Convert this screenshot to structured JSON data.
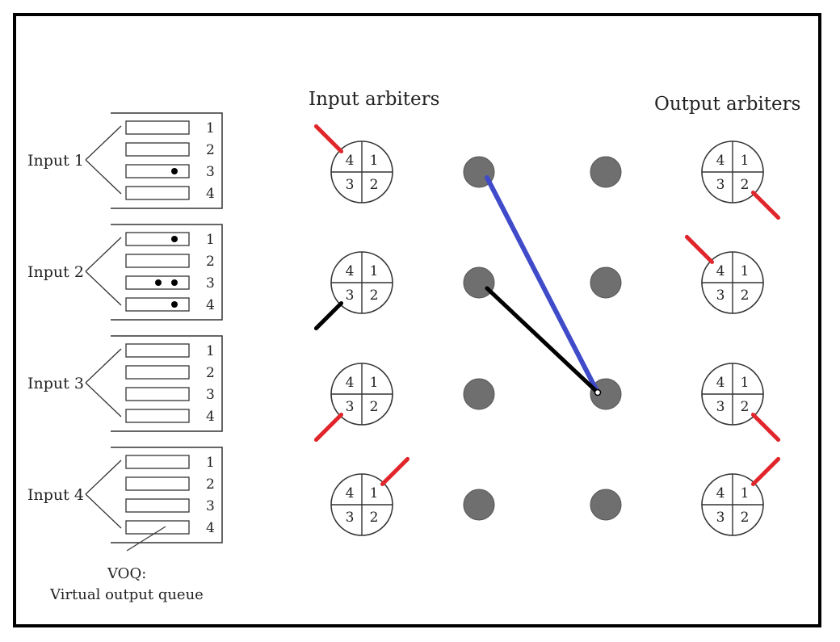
{
  "headers": {
    "input_arbiters": "Input arbiters",
    "output_arbiters": "Output arbiters"
  },
  "inputs": [
    {
      "label": "Input 1",
      "queues": [
        {
          "number": "1",
          "cells": 0
        },
        {
          "number": "2",
          "cells": 0
        },
        {
          "number": "3",
          "cells": 1
        },
        {
          "number": "4",
          "cells": 0
        }
      ]
    },
    {
      "label": "Input 2",
      "queues": [
        {
          "number": "1",
          "cells": 1
        },
        {
          "number": "2",
          "cells": 0
        },
        {
          "number": "3",
          "cells": 2
        },
        {
          "number": "4",
          "cells": 1
        }
      ]
    },
    {
      "label": "Input 3",
      "queues": [
        {
          "number": "1",
          "cells": 0
        },
        {
          "number": "2",
          "cells": 0
        },
        {
          "number": "3",
          "cells": 0
        },
        {
          "number": "4",
          "cells": 0
        }
      ]
    },
    {
      "label": "Input 4",
      "queues": [
        {
          "number": "1",
          "cells": 0
        },
        {
          "number": "2",
          "cells": 0
        },
        {
          "number": "3",
          "cells": 0
        },
        {
          "number": "4",
          "cells": 0
        }
      ]
    }
  ],
  "voq_caption": {
    "line1": "VOQ:",
    "line2": "Virtual output queue"
  },
  "arbiter_quadrants": [
    "4",
    "1",
    "3",
    "2"
  ],
  "input_arbiters": [
    {
      "pointer": "4",
      "pointer_color": "red"
    },
    {
      "pointer": "3",
      "pointer_color": "black"
    },
    {
      "pointer": "3",
      "pointer_color": "red"
    },
    {
      "pointer": "1",
      "pointer_color": "red"
    }
  ],
  "output_arbiters": [
    {
      "pointer": "2",
      "pointer_color": "red"
    },
    {
      "pointer": "4",
      "pointer_color": "red"
    },
    {
      "pointer": "2",
      "pointer_color": "red"
    },
    {
      "pointer": "1",
      "pointer_color": "red"
    }
  ],
  "connections": [
    {
      "from_input": 1,
      "to_output": 3,
      "color": "blue"
    },
    {
      "from_input": 2,
      "to_output": 3,
      "color": "black"
    }
  ],
  "colors": {
    "pointer_red": "#e0262b",
    "pointer_black": "#000000",
    "link_blue": "#3f4bc9",
    "link_black": "#000000",
    "node_gray": "#6f6f6f",
    "frame": "#000000"
  }
}
